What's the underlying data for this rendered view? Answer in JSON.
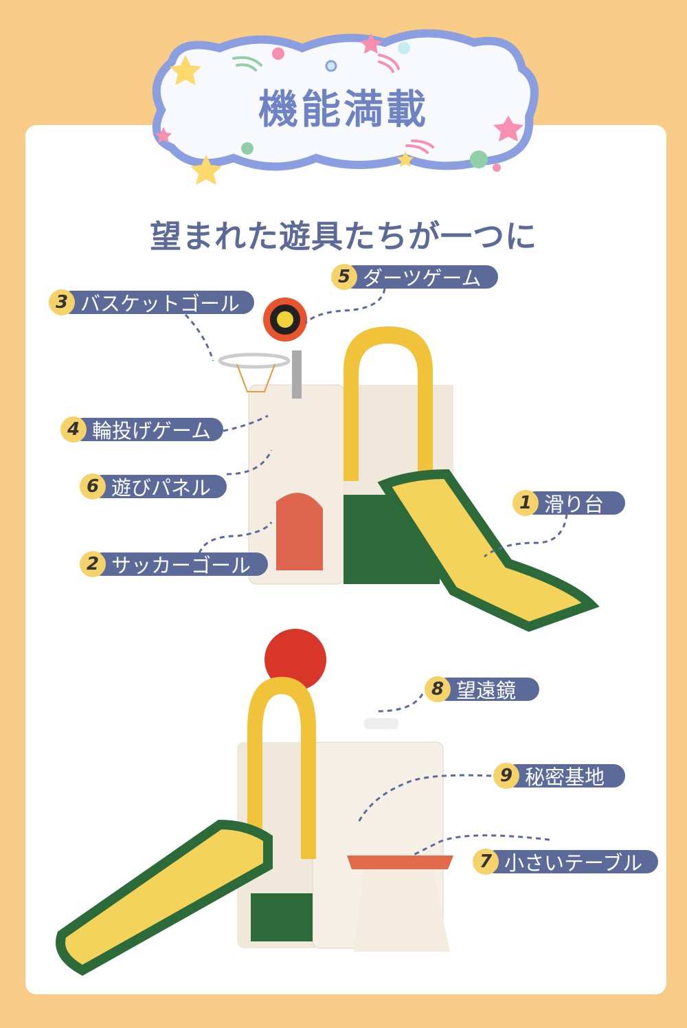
{
  "header": {
    "title": "機能満載",
    "subtitle": "望まれた遊具たちが一つに"
  },
  "features": [
    {
      "num": "1",
      "label": "滑り台"
    },
    {
      "num": "2",
      "label": "サッカーゴール"
    },
    {
      "num": "3",
      "label": "バスケットゴール"
    },
    {
      "num": "4",
      "label": "輪投げゲーム"
    },
    {
      "num": "5",
      "label": "ダーツゲーム"
    },
    {
      "num": "6",
      "label": "遊びパネル"
    },
    {
      "num": "7",
      "label": "小さいテーブル"
    },
    {
      "num": "8",
      "label": "望遠鏡"
    },
    {
      "num": "9",
      "label": "秘密基地"
    }
  ],
  "colors": {
    "background": "#f8cb86",
    "pill": "#5b6a98",
    "badge": "#f5d36a",
    "title": "#6f83c4"
  }
}
